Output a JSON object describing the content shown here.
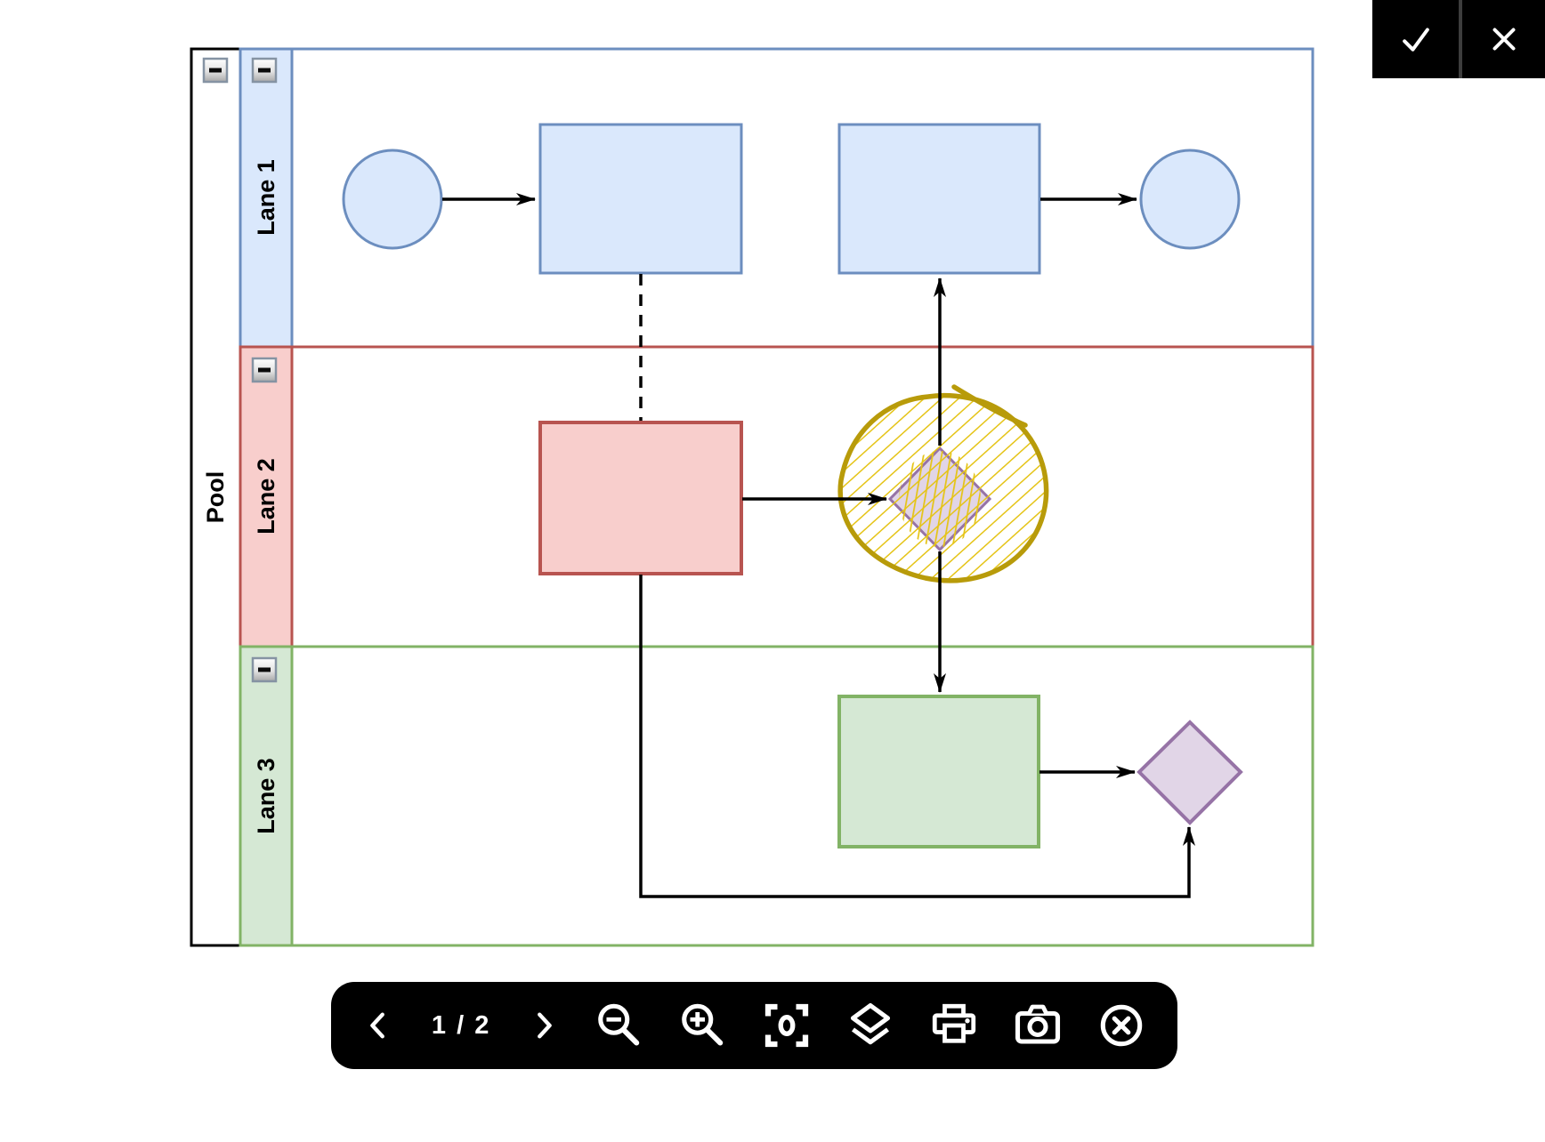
{
  "window_actions": {
    "confirm_icon": "check",
    "close_icon": "x"
  },
  "pool": {
    "label": "Pool",
    "lanes": [
      {
        "label": "Lane 1",
        "fill": "#dae8fc",
        "stroke": "#6c8ebf"
      },
      {
        "label": "Lane 2",
        "fill": "#f8cecc",
        "stroke": "#b85450"
      },
      {
        "label": "Lane 3",
        "fill": "#d5e8d4",
        "stroke": "#82b366"
      }
    ]
  },
  "shapes": {
    "event_fill": "#dae8fc",
    "event_stroke": "#6c8ebf",
    "task1_fill": "#dae8fc",
    "task1_stroke": "#6c8ebf",
    "task2_fill": "#dae8fc",
    "task2_stroke": "#6c8ebf",
    "task3_fill": "#f8cecc",
    "task3_stroke": "#b85450",
    "task4_fill": "#d5e8d4",
    "task4_stroke": "#82b366",
    "gateway_fill": "#e1d5e7",
    "gateway_stroke": "#9673a6",
    "connector_color": "#000000",
    "scribble_outline": "#b89b0a",
    "scribble_hatch": "#e5c417"
  },
  "toolbar": {
    "page_indicator": "1 / 2",
    "buttons": [
      "previous-page",
      "next-page",
      "zoom-out",
      "zoom-in",
      "reset-view",
      "layers",
      "print",
      "camera",
      "close"
    ],
    "background": "#000000",
    "icon_color": "#ffffff"
  }
}
